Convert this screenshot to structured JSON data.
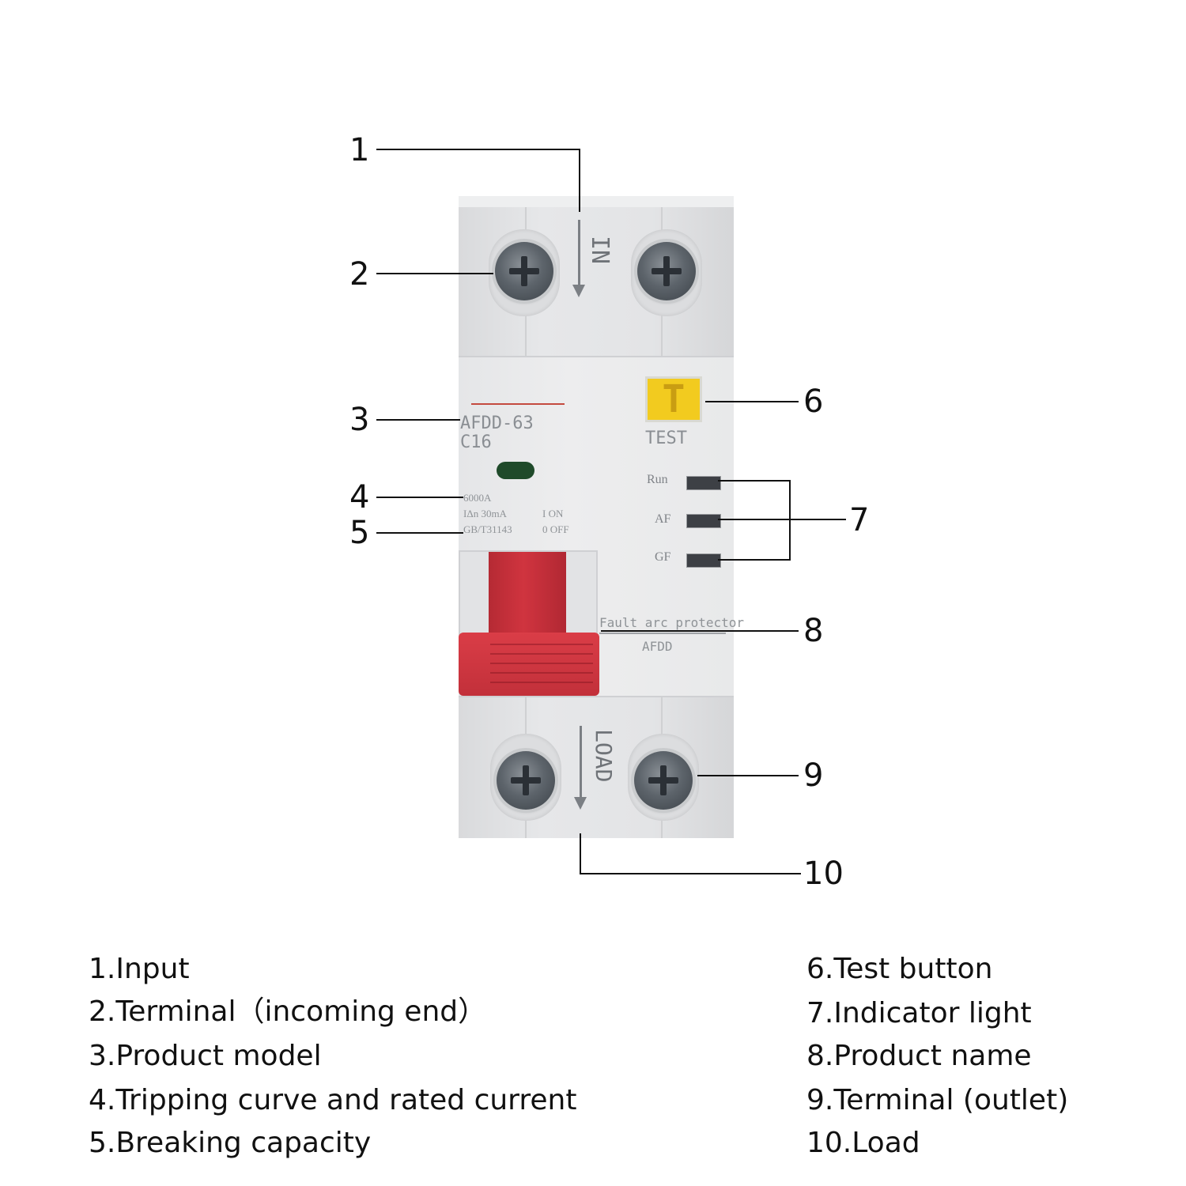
{
  "device": {
    "in_text": "IN",
    "load_text": "LOAD",
    "model_line1": "AFDD-63",
    "model_line2": "C16",
    "capacity_text": "6000A",
    "rating_text": "IΔn 30mA",
    "standard_text": "GB/T31143",
    "on_text": "I   ON",
    "off_text": "0   OFF",
    "test_button_label": "T",
    "test_text": "TEST",
    "indicator_labels": [
      "Run",
      "AF",
      "GF"
    ],
    "product_name_line1": "Fault  arc  protector",
    "product_name_line2": "AFDD",
    "colors": {
      "handle_red": "#c9323c",
      "test_yellow": "#f2cb1f",
      "led_green": "#1f4a2a",
      "body_grey": "#e6e7e9"
    }
  },
  "callouts": [
    "1",
    "2",
    "3",
    "4",
    "5",
    "6",
    "7",
    "8",
    "9",
    "10"
  ],
  "legend": {
    "left": [
      "1.Input",
      "2.Terminal（incoming end）",
      "3.Product model",
      "4.Tripping curve and rated current",
      "5.Breaking capacity"
    ],
    "right": [
      "6.Test button",
      "7.Indicator light",
      "8.Product name",
      "9.Terminal (outlet)",
      "10.Load"
    ]
  }
}
